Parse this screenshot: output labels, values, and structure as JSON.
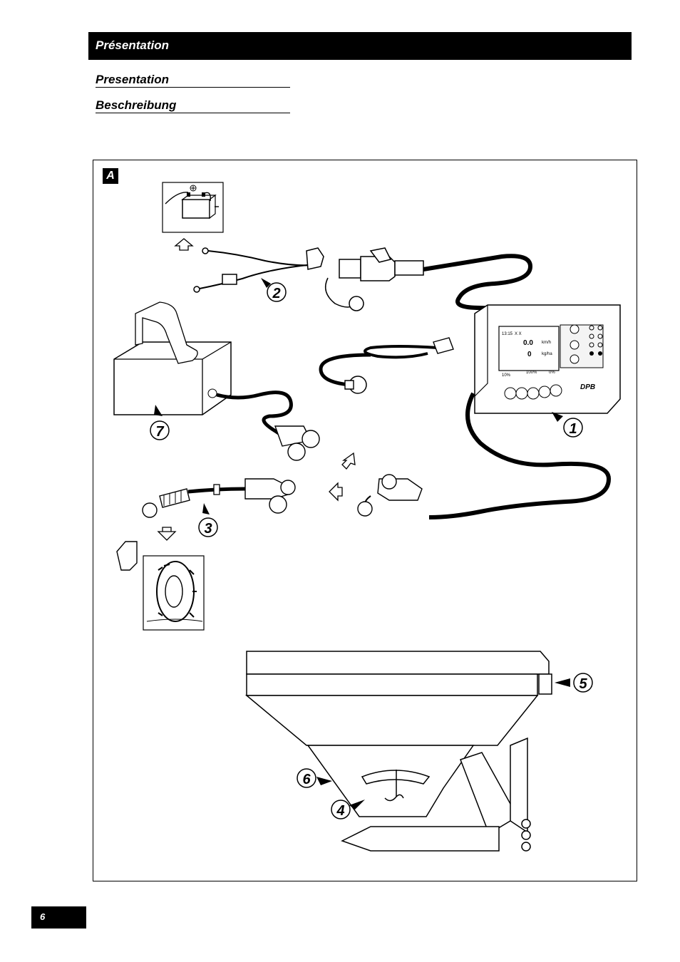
{
  "header": {
    "title": "Présentation"
  },
  "subtitles": [
    "Presentation",
    "Beschreibung"
  ],
  "figure": {
    "label": "A",
    "callouts": [
      "1",
      "2",
      "3",
      "4",
      "5",
      "6",
      "7"
    ],
    "console_display": {
      "time": "13:15",
      "marker": "X X",
      "speed": "0.0",
      "speed_unit": "km/h",
      "rate": "0",
      "rate_unit": "kg/ha",
      "pct_100": "100%",
      "pct_10": "10%",
      "pct_0": "0%"
    },
    "console_brand": "DPB"
  },
  "footer": {
    "page_number": "6"
  }
}
